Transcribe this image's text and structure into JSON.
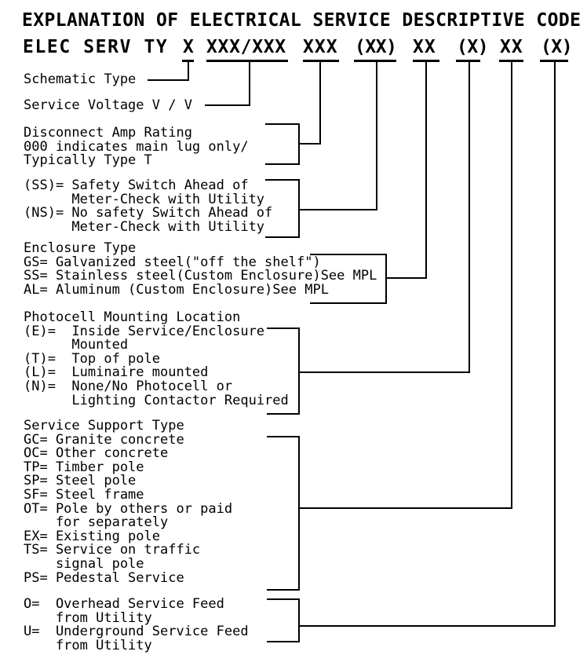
{
  "colors": {
    "ink": "#000000",
    "paper": "#ffffff"
  },
  "title": "EXPLANATION OF ELECTRICAL SERVICE DESCRIPTIVE CODE",
  "code": {
    "prefix": "ELEC SERV TY",
    "fields": [
      "X",
      "XXX/XXX",
      "XXX",
      "(XX)",
      "XX",
      "(X)",
      "XX",
      "(X)"
    ]
  },
  "sections": {
    "schematic": {
      "lines": [
        "Schematic Type"
      ]
    },
    "voltage": {
      "lines": [
        "Service Voltage V / V"
      ]
    },
    "disconnect": {
      "lines": [
        "Disconnect Amp Rating",
        "000 indicates main lug only/",
        "Typically Type T"
      ]
    },
    "safety_switch": {
      "lines": [
        "(SS)= Safety Switch Ahead of",
        "      Meter-Check with Utility",
        "(NS)= No safety Switch Ahead of",
        "      Meter-Check with Utility"
      ]
    },
    "enclosure": {
      "lines": [
        "Enclosure Type",
        "GS= Galvanized steel(\"off the shelf\")",
        "SS= Stainless steel(Custom Enclosure)See MPL",
        "AL= Aluminum (Custom Enclosure)See MPL"
      ]
    },
    "photocell": {
      "lines": [
        "Photocell Mounting Location",
        "(E)=  Inside Service/Enclosure",
        "      Mounted",
        "(T)=  Top of pole",
        "(L)=  Luminaire mounted",
        "(N)=  None/No Photocell or",
        "      Lighting Contactor Required"
      ]
    },
    "support": {
      "lines": [
        "Service Support Type",
        "GC= Granite concrete",
        "OC= Other concrete",
        "TP= Timber pole",
        "SP= Steel pole",
        "SF= Steel frame",
        "OT= Pole by others or paid",
        "    for separately",
        "EX= Existing pole",
        "TS= Service on traffic",
        "    signal pole",
        "PS= Pedestal Service"
      ]
    },
    "feed": {
      "lines": [
        "O=  Overhead Service Feed",
        "    from Utility",
        "U=  Underground Service Feed",
        "    from Utility"
      ]
    }
  }
}
